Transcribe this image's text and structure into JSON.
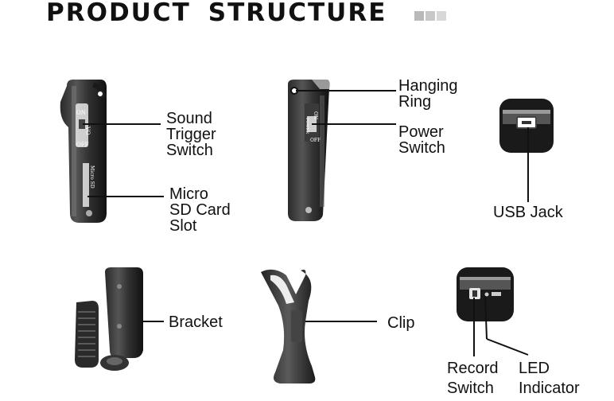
{
  "header": {
    "title_word1": "PRODUCT",
    "title_word2": "STRUCTURE",
    "square_colors": [
      "#b9b9b9",
      "#c8c8c8",
      "#d8d8d8"
    ]
  },
  "device_text": {
    "on": "ON",
    "vo": "VO",
    "off": "OFF",
    "micro_sd": "Micro SD",
    "on2": "ON",
    "power": "POWER",
    "off2": "OFF"
  },
  "labels": {
    "sound_trigger": [
      "Sound",
      "Trigger",
      "Switch"
    ],
    "micro_sd": [
      "Micro",
      "SD Card",
      "Slot"
    ],
    "hanging_ring": [
      "Hanging",
      "Ring"
    ],
    "power_switch": [
      "Power",
      "Switch"
    ],
    "usb_jack": "USB Jack",
    "bracket": "Bracket",
    "clip": "Clip",
    "record_switch": [
      "Record",
      "Switch"
    ],
    "led_indicator": [
      "LED",
      "Indicator"
    ]
  }
}
